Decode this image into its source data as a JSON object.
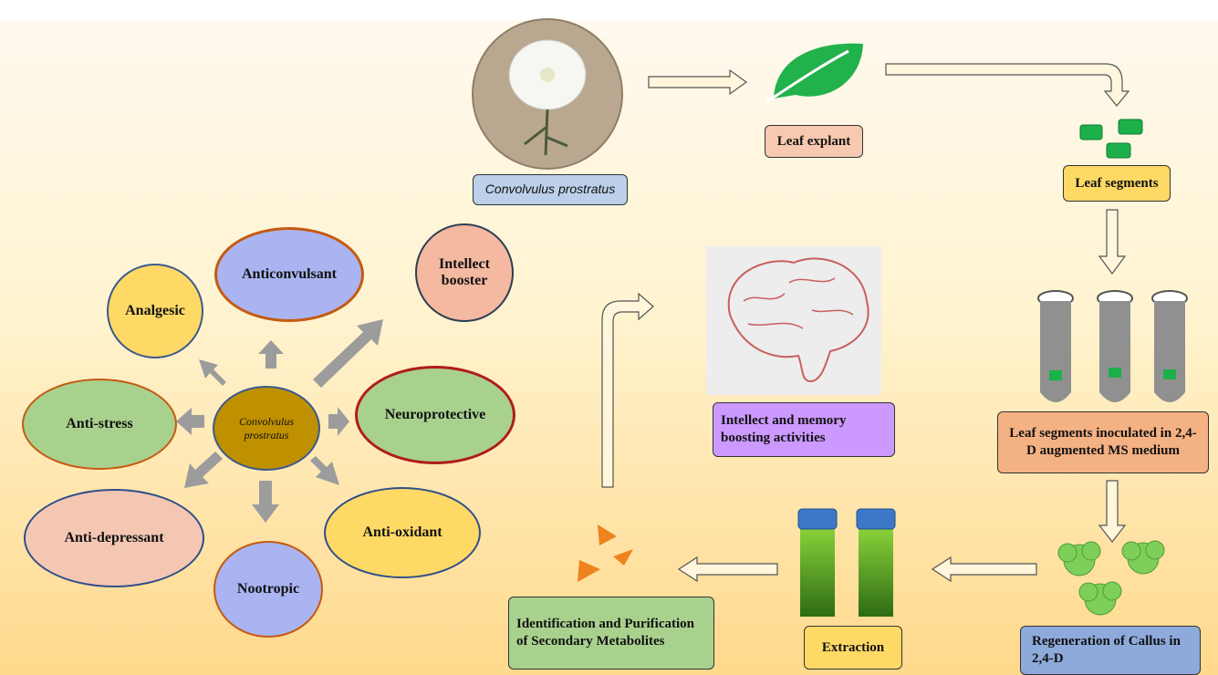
{
  "labels": {
    "plant": "Convolvulus prostratus",
    "leaf_explant": "Leaf explant",
    "leaf_segments": "Leaf segments",
    "inoculated": "Leaf segments inoculated in 2,4-D augmented MS medium",
    "callus": "Regeneration of Callus in 2,4-D",
    "extraction": "Extraction",
    "identification": "Identification and Purification of Secondary Metabolites",
    "intellect_memory": "Intellect and memory boosting activities"
  },
  "center": "Convolvulus prostratus",
  "activities": {
    "analgesic": "Analgesic",
    "anticonvulsant": "Anticonvulsant",
    "intellect_booster": "Intellect booster",
    "neuroprotective": "Neuroprotective",
    "anti_stress": "Anti-stress",
    "anti_depressant": "Anti-depressant",
    "nootropic": "Nootropic",
    "anti_oxidant": "Anti-oxidant"
  }
}
